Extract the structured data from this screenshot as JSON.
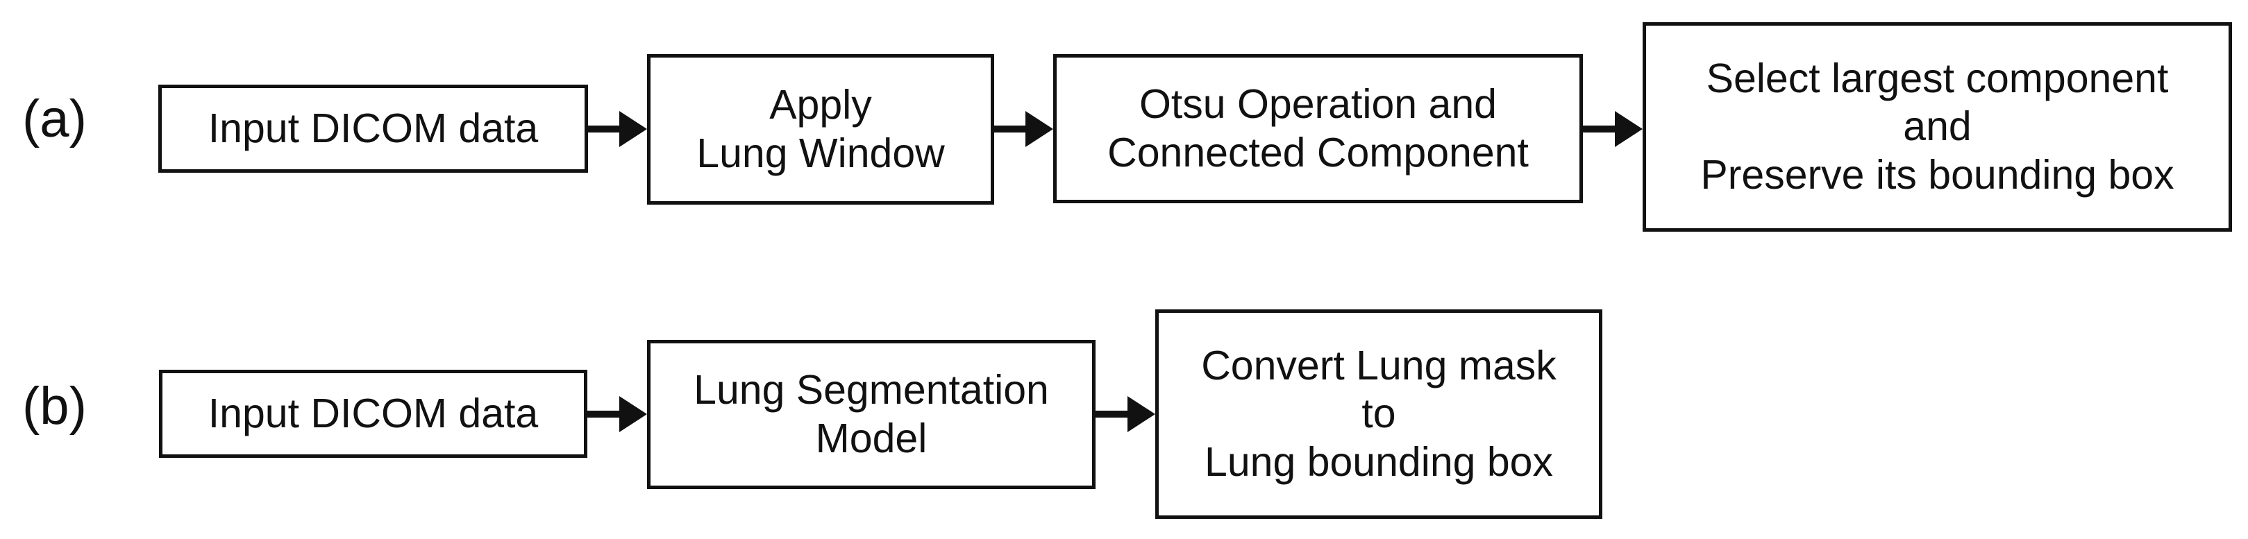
{
  "diagram": {
    "type": "flowchart",
    "orientation": "horizontal",
    "background_color": "#ffffff",
    "stroke_color": "#111111",
    "text_color": "#111111",
    "rows": [
      {
        "label": "(a)",
        "name": "pipeline-a",
        "nodes": [
          {
            "name": "input-dicom-data",
            "text": "Input DICOM data"
          },
          {
            "name": "apply-lung-window",
            "text": "Apply\nLung Window"
          },
          {
            "name": "otsu-connected-component",
            "text": "Otsu Operation and\nConnected Component"
          },
          {
            "name": "select-largest-component",
            "text": "Select largest component\nand\nPreserve its bounding box"
          }
        ],
        "arrows": [
          {
            "name": "arrow-a-1",
            "from": "input-dicom-data",
            "to": "apply-lung-window"
          },
          {
            "name": "arrow-a-2",
            "from": "apply-lung-window",
            "to": "otsu-connected-component"
          },
          {
            "name": "arrow-a-3",
            "from": "otsu-connected-component",
            "to": "select-largest-component"
          }
        ]
      },
      {
        "label": "(b)",
        "name": "pipeline-b",
        "nodes": [
          {
            "name": "input-dicom-data",
            "text": "Input DICOM data"
          },
          {
            "name": "lung-segmentation-model",
            "text": "Lung Segmentation\nModel"
          },
          {
            "name": "convert-lung-mask",
            "text": "Convert Lung mask\nto\nLung bounding box"
          }
        ],
        "arrows": [
          {
            "name": "arrow-b-1",
            "from": "input-dicom-data",
            "to": "lung-segmentation-model"
          },
          {
            "name": "arrow-b-2",
            "from": "lung-segmentation-model",
            "to": "convert-lung-mask"
          }
        ]
      }
    ]
  }
}
